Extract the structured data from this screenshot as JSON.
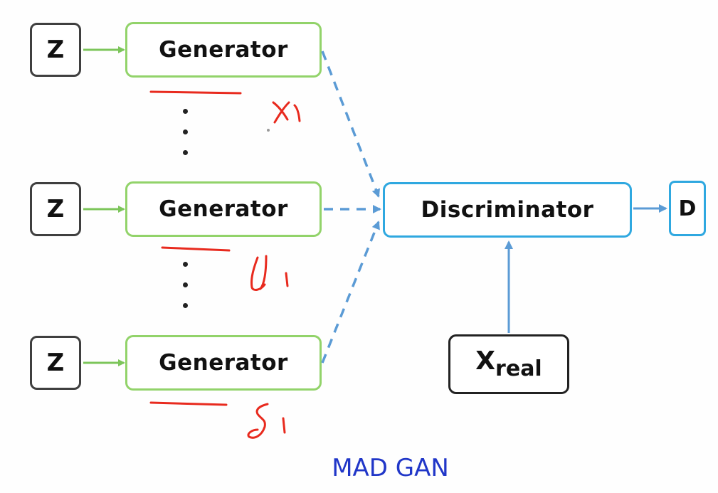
{
  "diagram": {
    "noise_label": "Z",
    "generator_label": "Generator",
    "discriminator_label": "Discriminator",
    "output_label": "D",
    "real_label_main": "X",
    "real_label_sub": "real",
    "caption": "MAD GAN"
  },
  "colors": {
    "noise_border": "#3f3f3f",
    "generator_border": "#92d36a",
    "generator_arrow": "#7cc55a",
    "discriminator_border": "#2fa8e0",
    "connector": "#5b9bd5",
    "annotation": "#e82a1e",
    "caption": "#2036c8"
  }
}
